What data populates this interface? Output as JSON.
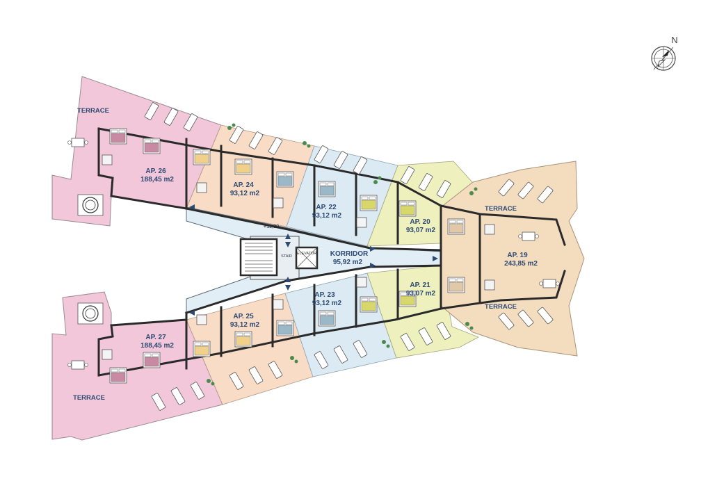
{
  "compass": {
    "north_label": "N"
  },
  "elevation": "+11,80",
  "core": {
    "stair": "STAIR",
    "elevator": "ELEVATOR"
  },
  "corridor": {
    "name": "KORRIDOR",
    "area": "95,92 m2"
  },
  "apartments": [
    {
      "id": "ap26",
      "name": "AP. 26",
      "area": "188,45 m2"
    },
    {
      "id": "ap24",
      "name": "AP. 24",
      "area": "93,12 m2"
    },
    {
      "id": "ap22",
      "name": "AP. 22",
      "area": "93,12 m2"
    },
    {
      "id": "ap20",
      "name": "AP. 20",
      "area": "93,07 m2"
    },
    {
      "id": "ap19",
      "name": "AP. 19",
      "area": "243,85 m2"
    },
    {
      "id": "ap21",
      "name": "AP. 21",
      "area": "93,07 m2"
    },
    {
      "id": "ap23",
      "name": "AP. 23",
      "area": "93,12 m2"
    },
    {
      "id": "ap25",
      "name": "AP. 25",
      "area": "93,12 m2"
    },
    {
      "id": "ap27",
      "name": "AP. 27",
      "area": "188,45 m2"
    }
  ],
  "terraces": [
    "TERRACE",
    "TERRACE",
    "TERRACE",
    "TERRACE"
  ],
  "colors": {
    "pink": "#f2c7d9",
    "peach": "#f8dcc6",
    "blue": "#dcebf3",
    "yellow": "#eef0bd",
    "tan": "#f4dcbf",
    "corridor": "#e2eef6",
    "wall": "#2a2a2a",
    "label": "#2d4a72"
  }
}
